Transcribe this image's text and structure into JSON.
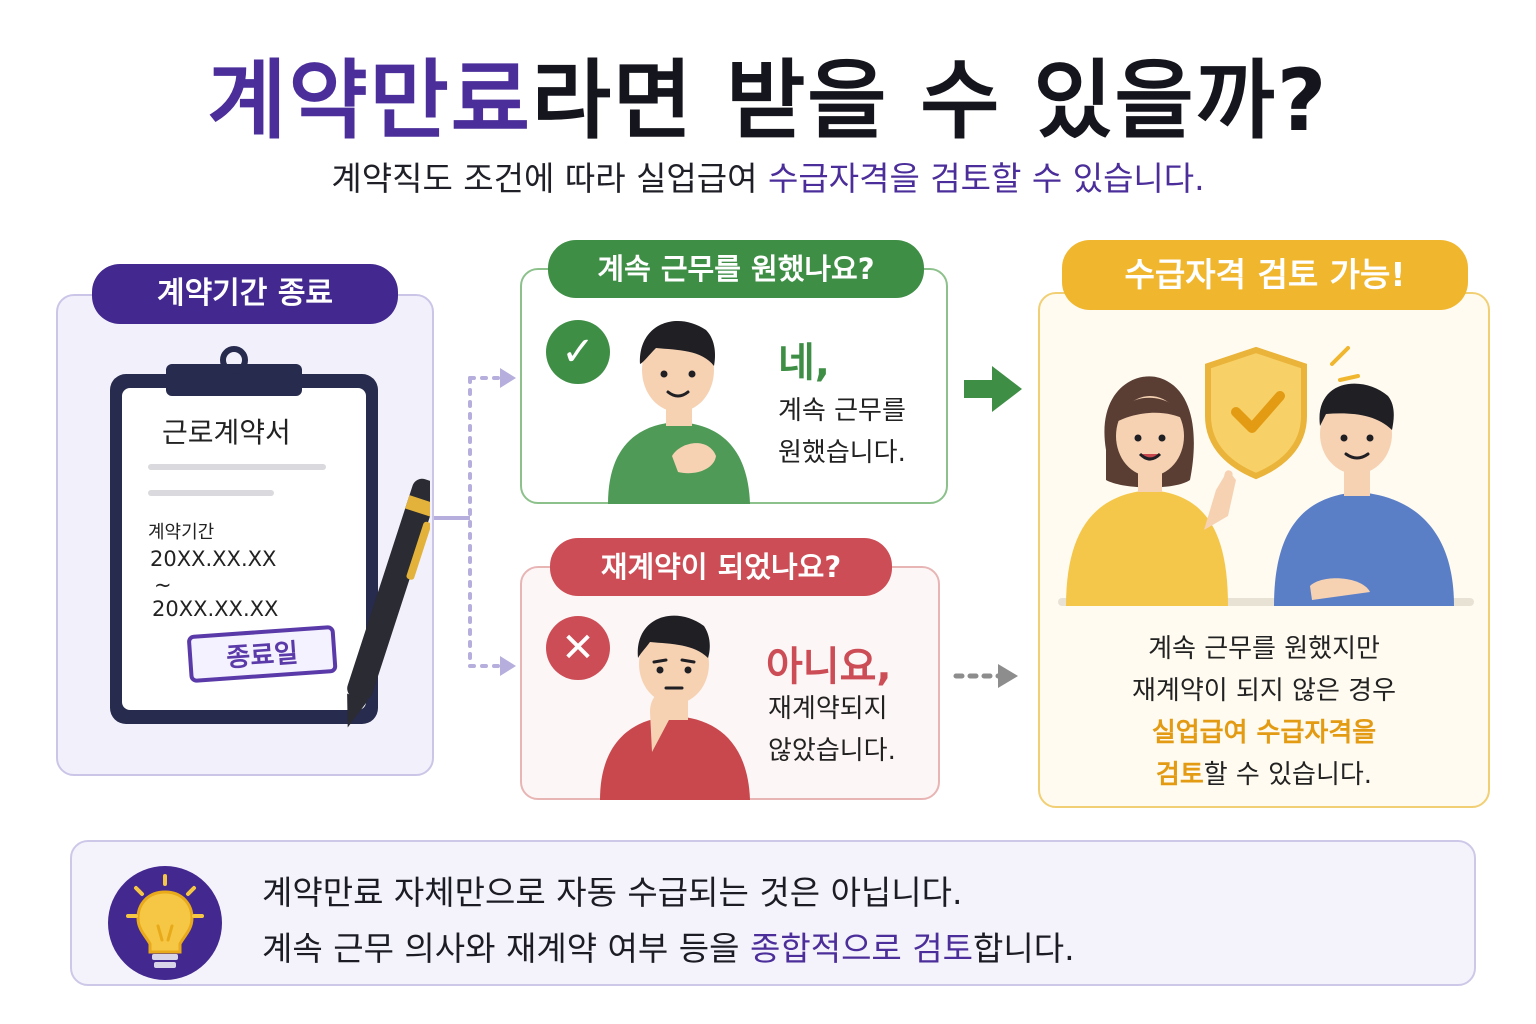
{
  "title": {
    "highlight": "계약만료",
    "rest": "라면 받을 수 있을까?"
  },
  "subtitle": {
    "plain": "계약직도 조건에 따라 실업급여 ",
    "highlight": "수급자격을 검토할 수 있습니다."
  },
  "left_panel": {
    "label": "계약기간 종료",
    "doc_title": "근로계약서",
    "period_label": "계약기간",
    "date_start": "20XX.XX.XX",
    "tilde": "~",
    "date_end": "20XX.XX.XX",
    "stamp": "종료일"
  },
  "yes_panel": {
    "question": "계속 근무를 원했나요?",
    "answer": "네,",
    "answer_line1": "계속 근무를",
    "answer_line2": "원했습니다.",
    "icon": "check-icon",
    "color": "#3f8e46"
  },
  "no_panel": {
    "question": "재계약이 되었나요?",
    "answer": "아니요,",
    "answer_line1": "재계약되지",
    "answer_line2": "않았습니다.",
    "icon": "x-icon",
    "color": "#cc4d55"
  },
  "result_panel": {
    "label": "수급자격 검토 가능!",
    "line1": "계속 근무를 원했지만",
    "line2": "재계약이 되지 않은 경우",
    "line3": "실업급여 수급자격을",
    "line4_highlight": "검토",
    "line4_rest": "할 수 있습니다.",
    "icon": "shield-check-icon",
    "color": "#f0b62e"
  },
  "note": {
    "icon": "lightbulb-icon",
    "line1": "계약만료 자체만으로 자동 수급되는 것은 아닙니다.",
    "line2_plain": "계속 근무 의사와 재계약 여부 등을 ",
    "line2_highlight": "종합적으로 검토",
    "line2_end": "합니다."
  },
  "colors": {
    "purple": "#43298f",
    "green": "#3f8e46",
    "red": "#cc4d55",
    "orange": "#f0b62e"
  }
}
